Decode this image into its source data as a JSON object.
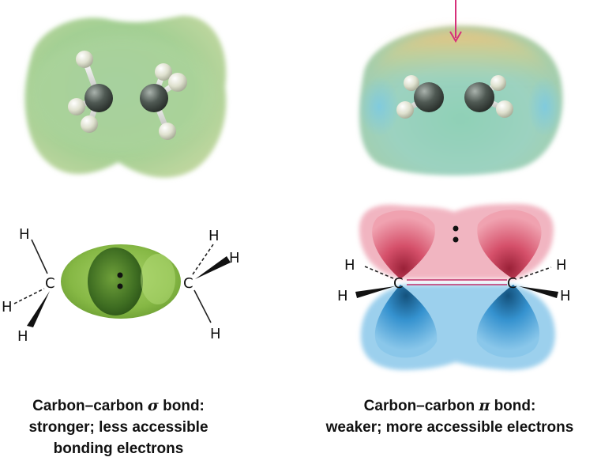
{
  "labels": {
    "hydrogen": "H",
    "carbon": "C"
  },
  "captions": {
    "sigma": {
      "line1_pre": "Carbon–carbon ",
      "line1_symbol": "σ",
      "line1_post": " bond:",
      "line2": "stronger; less accessible",
      "line3": "bonding electrons"
    },
    "pi": {
      "line1_pre": "Carbon–carbon ",
      "line1_symbol": "π",
      "line1_post": " bond:",
      "line2": "weaker; more accessible electrons"
    }
  },
  "colors": {
    "arrow": "#d6307a",
    "sigma_orbital": "#8cc24a",
    "pi_lobe_top": "#e0506e",
    "pi_lobe_bottom": "#3a97d4",
    "pi_bond_line": "#c0306a"
  },
  "icons": {
    "pointer": "arrow-down-icon",
    "electron_pair": "electron-pair-icon"
  }
}
